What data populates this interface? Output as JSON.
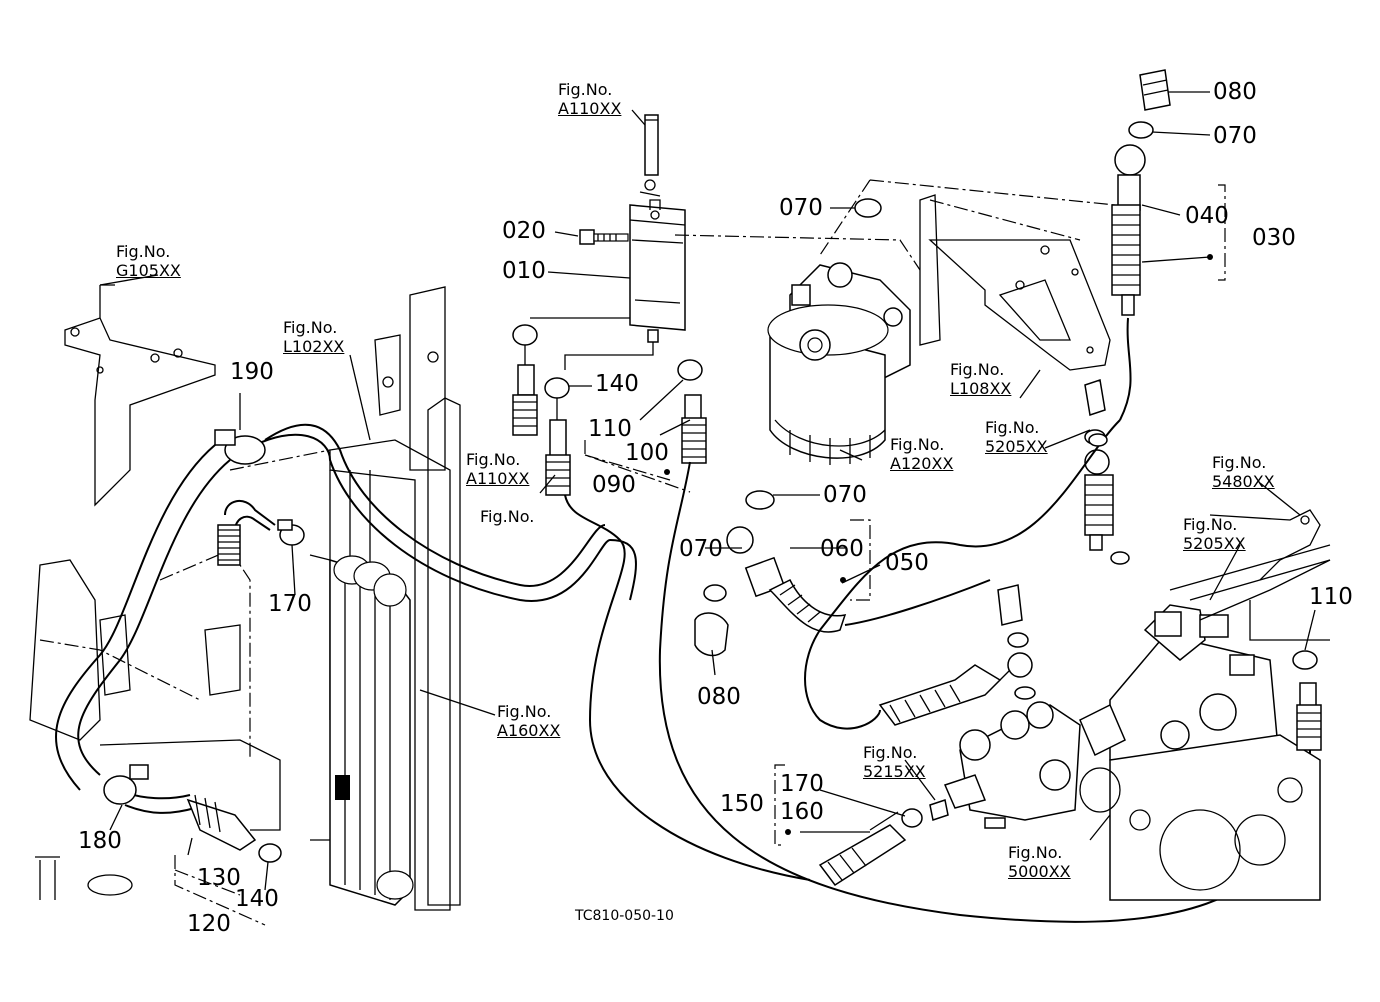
{
  "parts": {
    "p080a": "080",
    "p070a": "070",
    "p040": "040",
    "p030": "030",
    "p070b": "070",
    "p020": "020",
    "p010": "010",
    "p140a": "140",
    "p110a": "110",
    "p100": "100",
    "p090": "090",
    "p190": "190",
    "p170a": "170",
    "p070c": "070",
    "p070d": "070",
    "p060": "060",
    "p050": "050",
    "p080b": "080",
    "p110b": "110",
    "p180": "180",
    "p130": "130",
    "p140b": "140",
    "p120": "120",
    "p170b": "170",
    "p160": "160",
    "p150": "150"
  },
  "figs": {
    "f_a110_top": [
      "Fig.No.",
      "A110XX"
    ],
    "f_g105": [
      "Fig.No.",
      "G105XX"
    ],
    "f_l102": [
      "Fig.No.",
      "L102XX"
    ],
    "f_a110_mid": [
      "Fig.No.",
      "A110XX"
    ],
    "f_fig_only": [
      "Fig.No."
    ],
    "f_a120": [
      "Fig.No.",
      "A120XX"
    ],
    "f_l108": [
      "Fig.No.",
      "L108XX"
    ],
    "f_5205a": [
      "Fig.No.",
      "5205XX"
    ],
    "f_5480": [
      "Fig.No.",
      "5480XX"
    ],
    "f_5205b": [
      "Fig.No.",
      "5205XX"
    ],
    "f_a160": [
      "Fig.No.",
      "A160XX"
    ],
    "f_5215": [
      "Fig.No.",
      "5215XX"
    ],
    "f_5000": [
      "Fig.No.",
      "5000XX"
    ]
  },
  "drawing_code": "TC810-050-10"
}
